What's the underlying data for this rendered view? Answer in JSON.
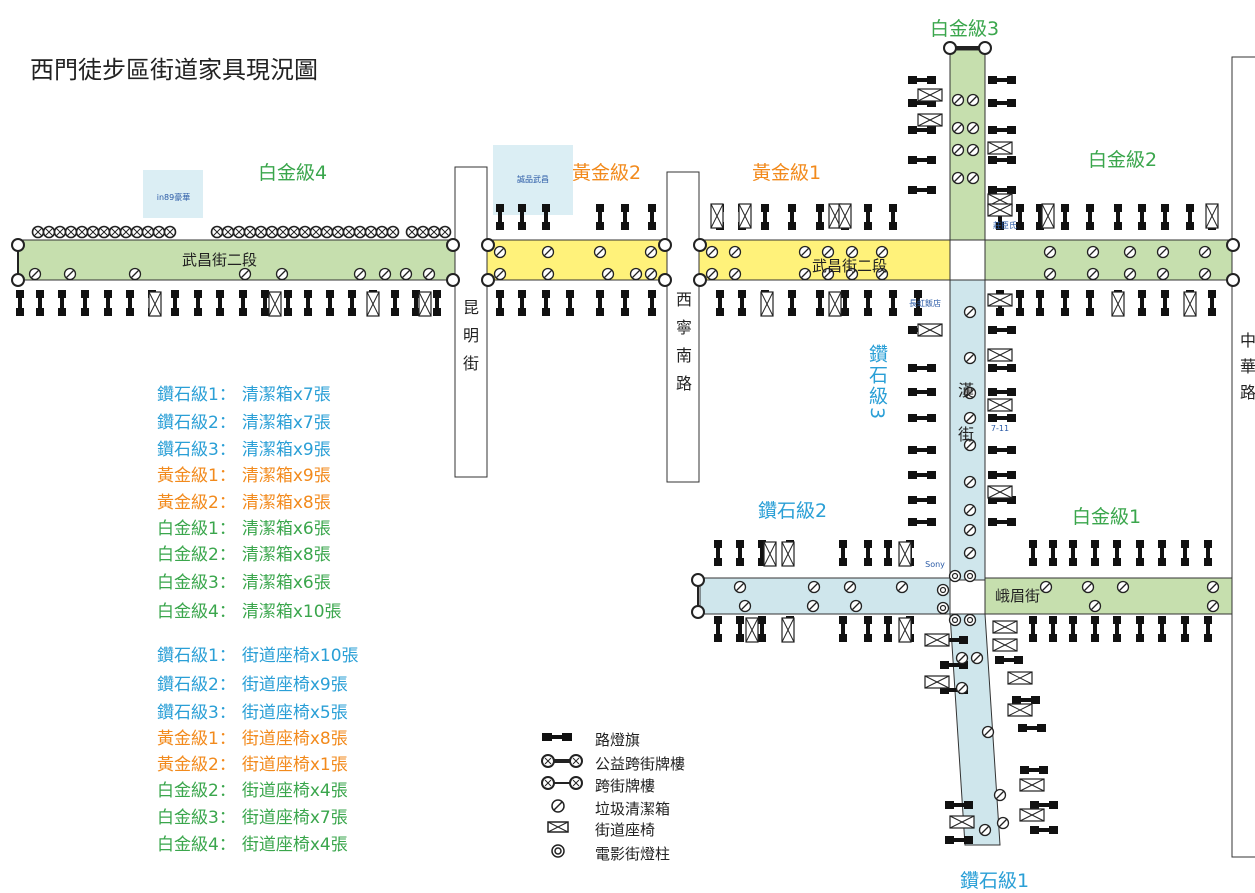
{
  "title": "西門徒步區街道家具現況圖",
  "zones": {
    "platinum4": "白金級4",
    "gold2": "黃金級2",
    "gold1": "黃金級1",
    "platinum3": "白金級3",
    "platinum2": "白金級2",
    "diamond3": "鑽石級3",
    "diamond2": "鑽石級2",
    "platinum1": "白金級1",
    "diamond1": "鑽石級1"
  },
  "streets": {
    "wuchang": "武昌街二段",
    "wuchang2": "武昌街二段",
    "kunming": [
      "昆",
      "明",
      "街"
    ],
    "xining": [
      "西",
      "寧",
      "南",
      "路"
    ],
    "hankou": [
      "漢",
      "口",
      "街"
    ],
    "emei": "峨眉街",
    "zhonghua": [
      "中",
      "華",
      "路"
    ]
  },
  "shops": {
    "in89": "in89豪華",
    "eslite": "誠品武昌",
    "zhuangsu": "莊臣氏",
    "changhong": "長虹飯店",
    "seven": "7-11",
    "sony": "Sony"
  },
  "stats": [
    {
      "zone": "鑽石級1",
      "sep": "：",
      "item": "清潔箱x7張",
      "color": "#2a9fd6"
    },
    {
      "zone": "鑽石級2",
      "sep": "：",
      "item": "清潔箱x7張",
      "color": "#2a9fd6"
    },
    {
      "zone": "鑽石級3",
      "sep": "：",
      "item": "清潔箱x9張",
      "color": "#2a9fd6"
    },
    {
      "zone": "黃金級1",
      "sep": "：",
      "item": "清潔箱x9張",
      "color": "#f28a1c"
    },
    {
      "zone": "黃金級2",
      "sep": "：",
      "item": "清潔箱x8張",
      "color": "#f28a1c"
    },
    {
      "zone": "白金級1",
      "sep": "：",
      "item": "清潔箱x6張",
      "color": "#3aa64c"
    },
    {
      "zone": "白金級2",
      "sep": "：",
      "item": "清潔箱x8張",
      "color": "#3aa64c"
    },
    {
      "zone": "白金級3",
      "sep": "：",
      "item": "清潔箱x6張",
      "color": "#3aa64c"
    },
    {
      "zone": "白金級4",
      "sep": "：",
      "item": "清潔箱x10張",
      "color": "#3aa64c"
    },
    {
      "zone": "鑽石級1",
      "sep": "：",
      "item": "街道座椅x10張",
      "color": "#2a9fd6"
    },
    {
      "zone": "鑽石級2",
      "sep": "：",
      "item": "街道座椅x9張",
      "color": "#2a9fd6"
    },
    {
      "zone": "鑽石級3",
      "sep": "：",
      "item": "街道座椅x5張",
      "color": "#2a9fd6"
    },
    {
      "zone": "黃金級1",
      "sep": "：",
      "item": "街道座椅x8張",
      "color": "#f28a1c"
    },
    {
      "zone": "黃金級2",
      "sep": "：",
      "item": "街道座椅x1張",
      "color": "#f28a1c"
    },
    {
      "zone": "白金級2",
      "sep": "：",
      "item": "街道座椅x4張",
      "color": "#3aa64c"
    },
    {
      "zone": "白金級3",
      "sep": "：",
      "item": "街道座椅x7張",
      "color": "#3aa64c"
    },
    {
      "zone": "白金級4",
      "sep": "：",
      "item": "街道座椅x4張",
      "color": "#3aa64c"
    }
  ],
  "legend": [
    {
      "icon": "lamp-flag-icon",
      "label": "路燈旗"
    },
    {
      "icon": "charity-arch-icon",
      "label": "公益跨街牌樓"
    },
    {
      "icon": "street-arch-icon",
      "label": "跨街牌樓"
    },
    {
      "icon": "trash-bin-icon",
      "label": "垃圾清潔箱"
    },
    {
      "icon": "bench-icon",
      "label": "街道座椅"
    },
    {
      "icon": "movie-lamp-icon",
      "label": "電影街燈柱"
    }
  ],
  "colors": {
    "platinum_fill": "#c6dfae",
    "gold_fill": "#fff27a",
    "diamond_fill": "#cfe6ec",
    "platinum_text": "#3aa64c",
    "gold_text": "#f28a1c",
    "diamond_text": "#2a9fd6",
    "bin_number": "#e03a2a",
    "bench_number": "#3aa64c"
  }
}
